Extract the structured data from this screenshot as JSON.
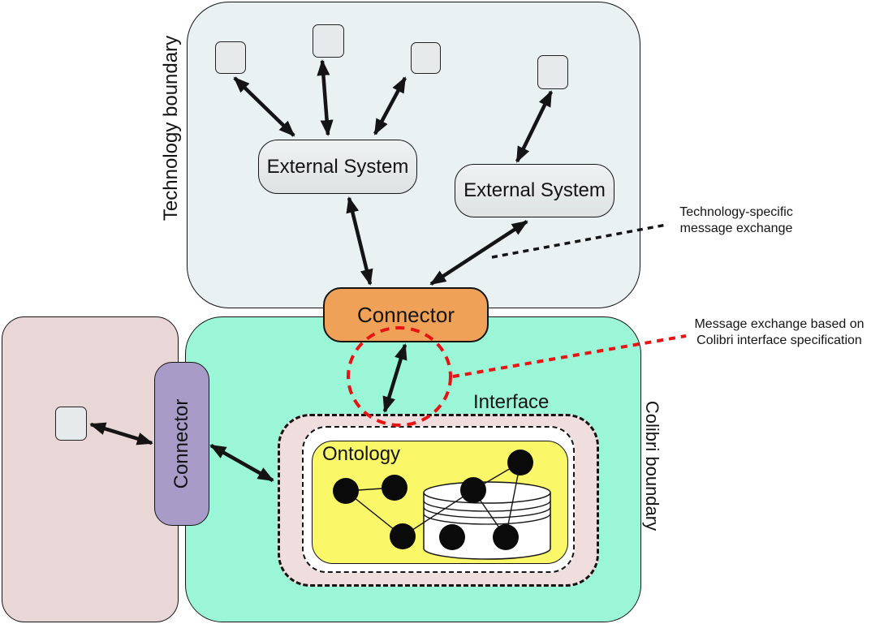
{
  "colors": {
    "tech_box": "#E9F1F3",
    "colibri_box": "#9BF5D7",
    "legacy_box": "#E9D6D6",
    "interface_ring": "#F0DDDD",
    "interface_inner": "#FFFFFF",
    "ontology_fill": "#FAF768",
    "connector_orange": "#F0A158",
    "connector_purple": "#A89BC7",
    "gray_fill": "#E6EAEA",
    "gray_fill_light": "#EFF2F2",
    "gray_fill_dark": "#DDE2E2",
    "stroke": "#141414",
    "annotation_red": "#E81313"
  },
  "boundaries": {
    "technology": {
      "label": "Technology boundary"
    },
    "colibri": {
      "label": "Colibri boundary"
    }
  },
  "nodes": {
    "external_system_1": {
      "label": "External System"
    },
    "external_system_2": {
      "label": "External System"
    },
    "connector_technology": {
      "label": "Connector"
    },
    "connector_legacy": {
      "label": "Connector"
    },
    "interface": {
      "label": "Interface"
    },
    "ontology": {
      "label": "Ontology"
    }
  },
  "annotations": {
    "technology_specific": {
      "line1": "Technology-specific",
      "line2": "message exchange"
    },
    "colibri_exchange": {
      "line1": "Message exchange based on",
      "line2": "Colibri interface specification"
    }
  }
}
